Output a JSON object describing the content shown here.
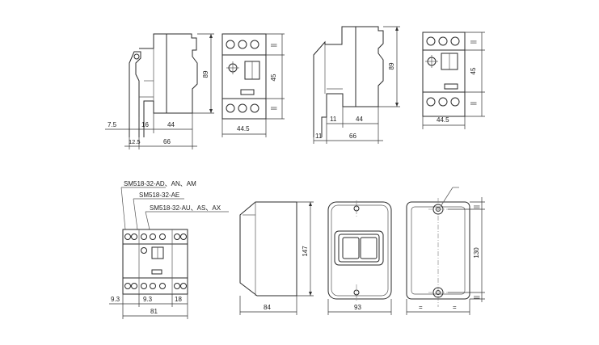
{
  "dimensions": {
    "a_7_5": "7.5",
    "a_16": "16",
    "a_44": "44",
    "a_12_5": "12.5",
    "a_66": "66",
    "a_89": "89",
    "a_44_5": "44.5",
    "a_45": "45",
    "a_ii": "||",
    "b_11": "11",
    "b_44": "44",
    "b_66": "66",
    "b_11b": "11",
    "b_89": "89",
    "b_44_5": "44.5",
    "b_45": "45",
    "c_9_3a": "9.3",
    "c_9_3b": "9.3",
    "c_18": "18",
    "c_81": "81",
    "d_84": "84",
    "d_147": "147",
    "e_93": "93",
    "f_130": "130",
    "f_eq": "="
  },
  "labels": {
    "model_1": "SM518-32-AD、AN、AM",
    "model_2": "SM518-32-AE",
    "model_3": "SM518-32-AU、AS、AX"
  }
}
